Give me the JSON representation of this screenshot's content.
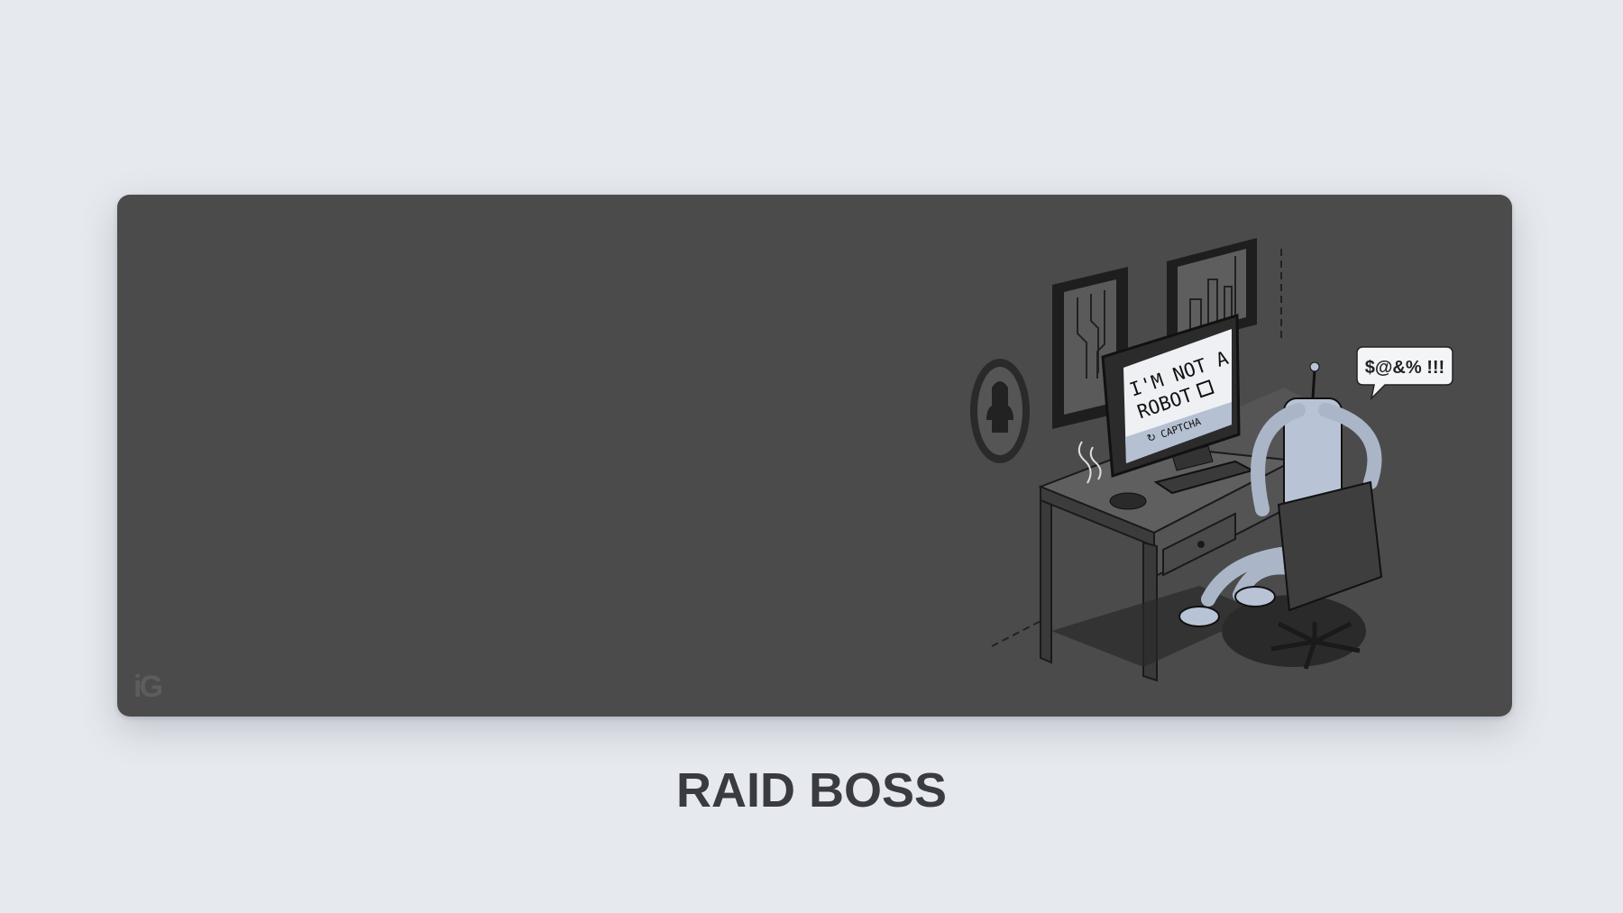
{
  "product": {
    "name": "RAID BOSS",
    "brand_logo": "iG",
    "illustration": {
      "screen_text_line1": "I'M NOT A",
      "screen_text_line2": "ROBOT",
      "captcha_label": "CAPTCHA",
      "speech_bubble": "$@&% !!!"
    }
  },
  "colors": {
    "background": "#e6e9ed",
    "mat": "#4b4b4b",
    "title": "#3a3b42"
  }
}
